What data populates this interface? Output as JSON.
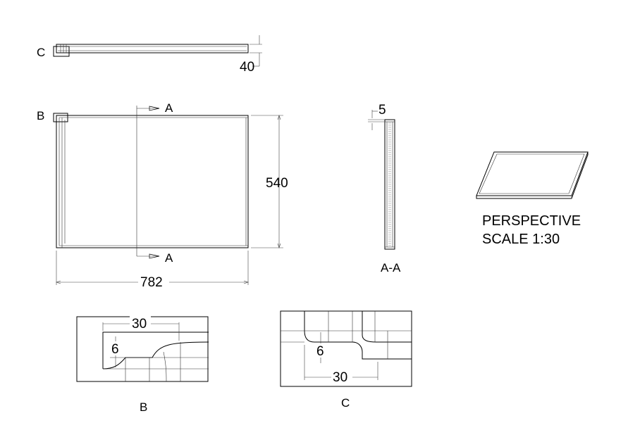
{
  "views": {
    "top_view": {
      "label": "C",
      "thickness_dim": "40"
    },
    "front_view": {
      "label": "B",
      "height_dim": "540",
      "width_dim": "782",
      "section_marker_top": "A",
      "section_marker_bottom": "A"
    },
    "section_view": {
      "label": "A-A",
      "dim": "5"
    },
    "perspective_view": {
      "title": "PERSPECTIVE",
      "scale": "SCALE 1:30"
    },
    "detail_b": {
      "label": "B",
      "width_dim": "30",
      "depth_dim": "6"
    },
    "detail_c": {
      "label": "C",
      "width_dim": "30",
      "depth_dim": "6"
    }
  }
}
